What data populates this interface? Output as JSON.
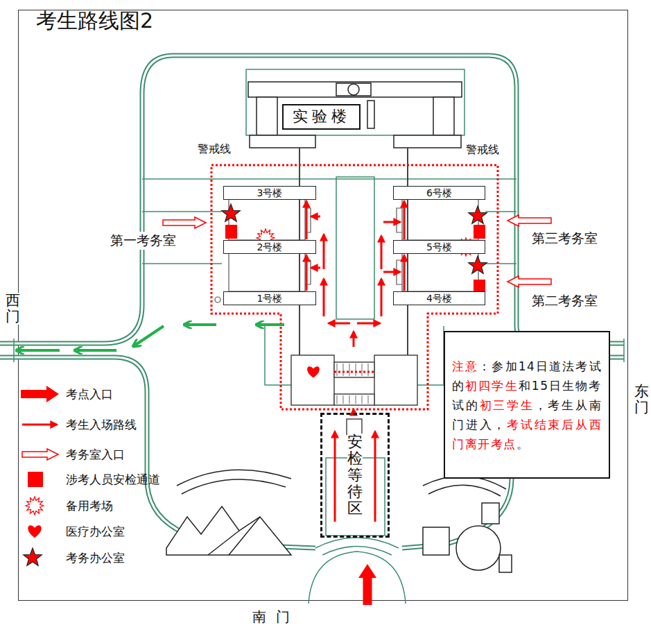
{
  "diagram": {
    "title": "考生路线图2",
    "nodes": [
      {
        "text": [
          "实验楼"
        ]
      },
      {
        "text": [
          "3号楼"
        ]
      },
      {
        "text": [
          "2号楼"
        ]
      },
      {
        "text": [
          "1号楼"
        ]
      },
      {
        "text": [
          "6号楼"
        ]
      },
      {
        "text": [
          "5号楼"
        ]
      },
      {
        "text": [
          "4号楼"
        ]
      },
      {
        "text": [
          "安检等待区"
        ]
      },
      {
        "text": [
          "注意",
          "：参加14日道法考试的",
          "初四学生",
          "和15日生物考试的",
          "初三学生",
          "，考生从南门进入，",
          "考试结束后从西门离开考点",
          "。"
        ]
      }
    ],
    "edges": [
      {
        "from": 3,
        "to": 2,
        "arrow": "to"
      },
      {
        "from": 2,
        "to": 1,
        "arrow": "to"
      },
      {
        "from": 6,
        "to": 5,
        "arrow": "to"
      },
      {
        "from": 5,
        "to": 4,
        "arrow": "to"
      }
    ],
    "labels": [
      "警戒线",
      "警戒线",
      "第一考务室",
      "第三考务室",
      "第二考务室",
      "西门",
      "东门",
      "南门"
    ],
    "legend": [
      {
        "text": "考点入口"
      },
      {
        "text": "考生入场路线"
      },
      {
        "text": "考务室入口"
      },
      {
        "text": "涉考人员安检通道",
        "color": "#ff0000"
      },
      {
        "text": "备用考场"
      },
      {
        "text": "医疗办公室"
      },
      {
        "text": "考务办公室"
      }
    ]
  }
}
